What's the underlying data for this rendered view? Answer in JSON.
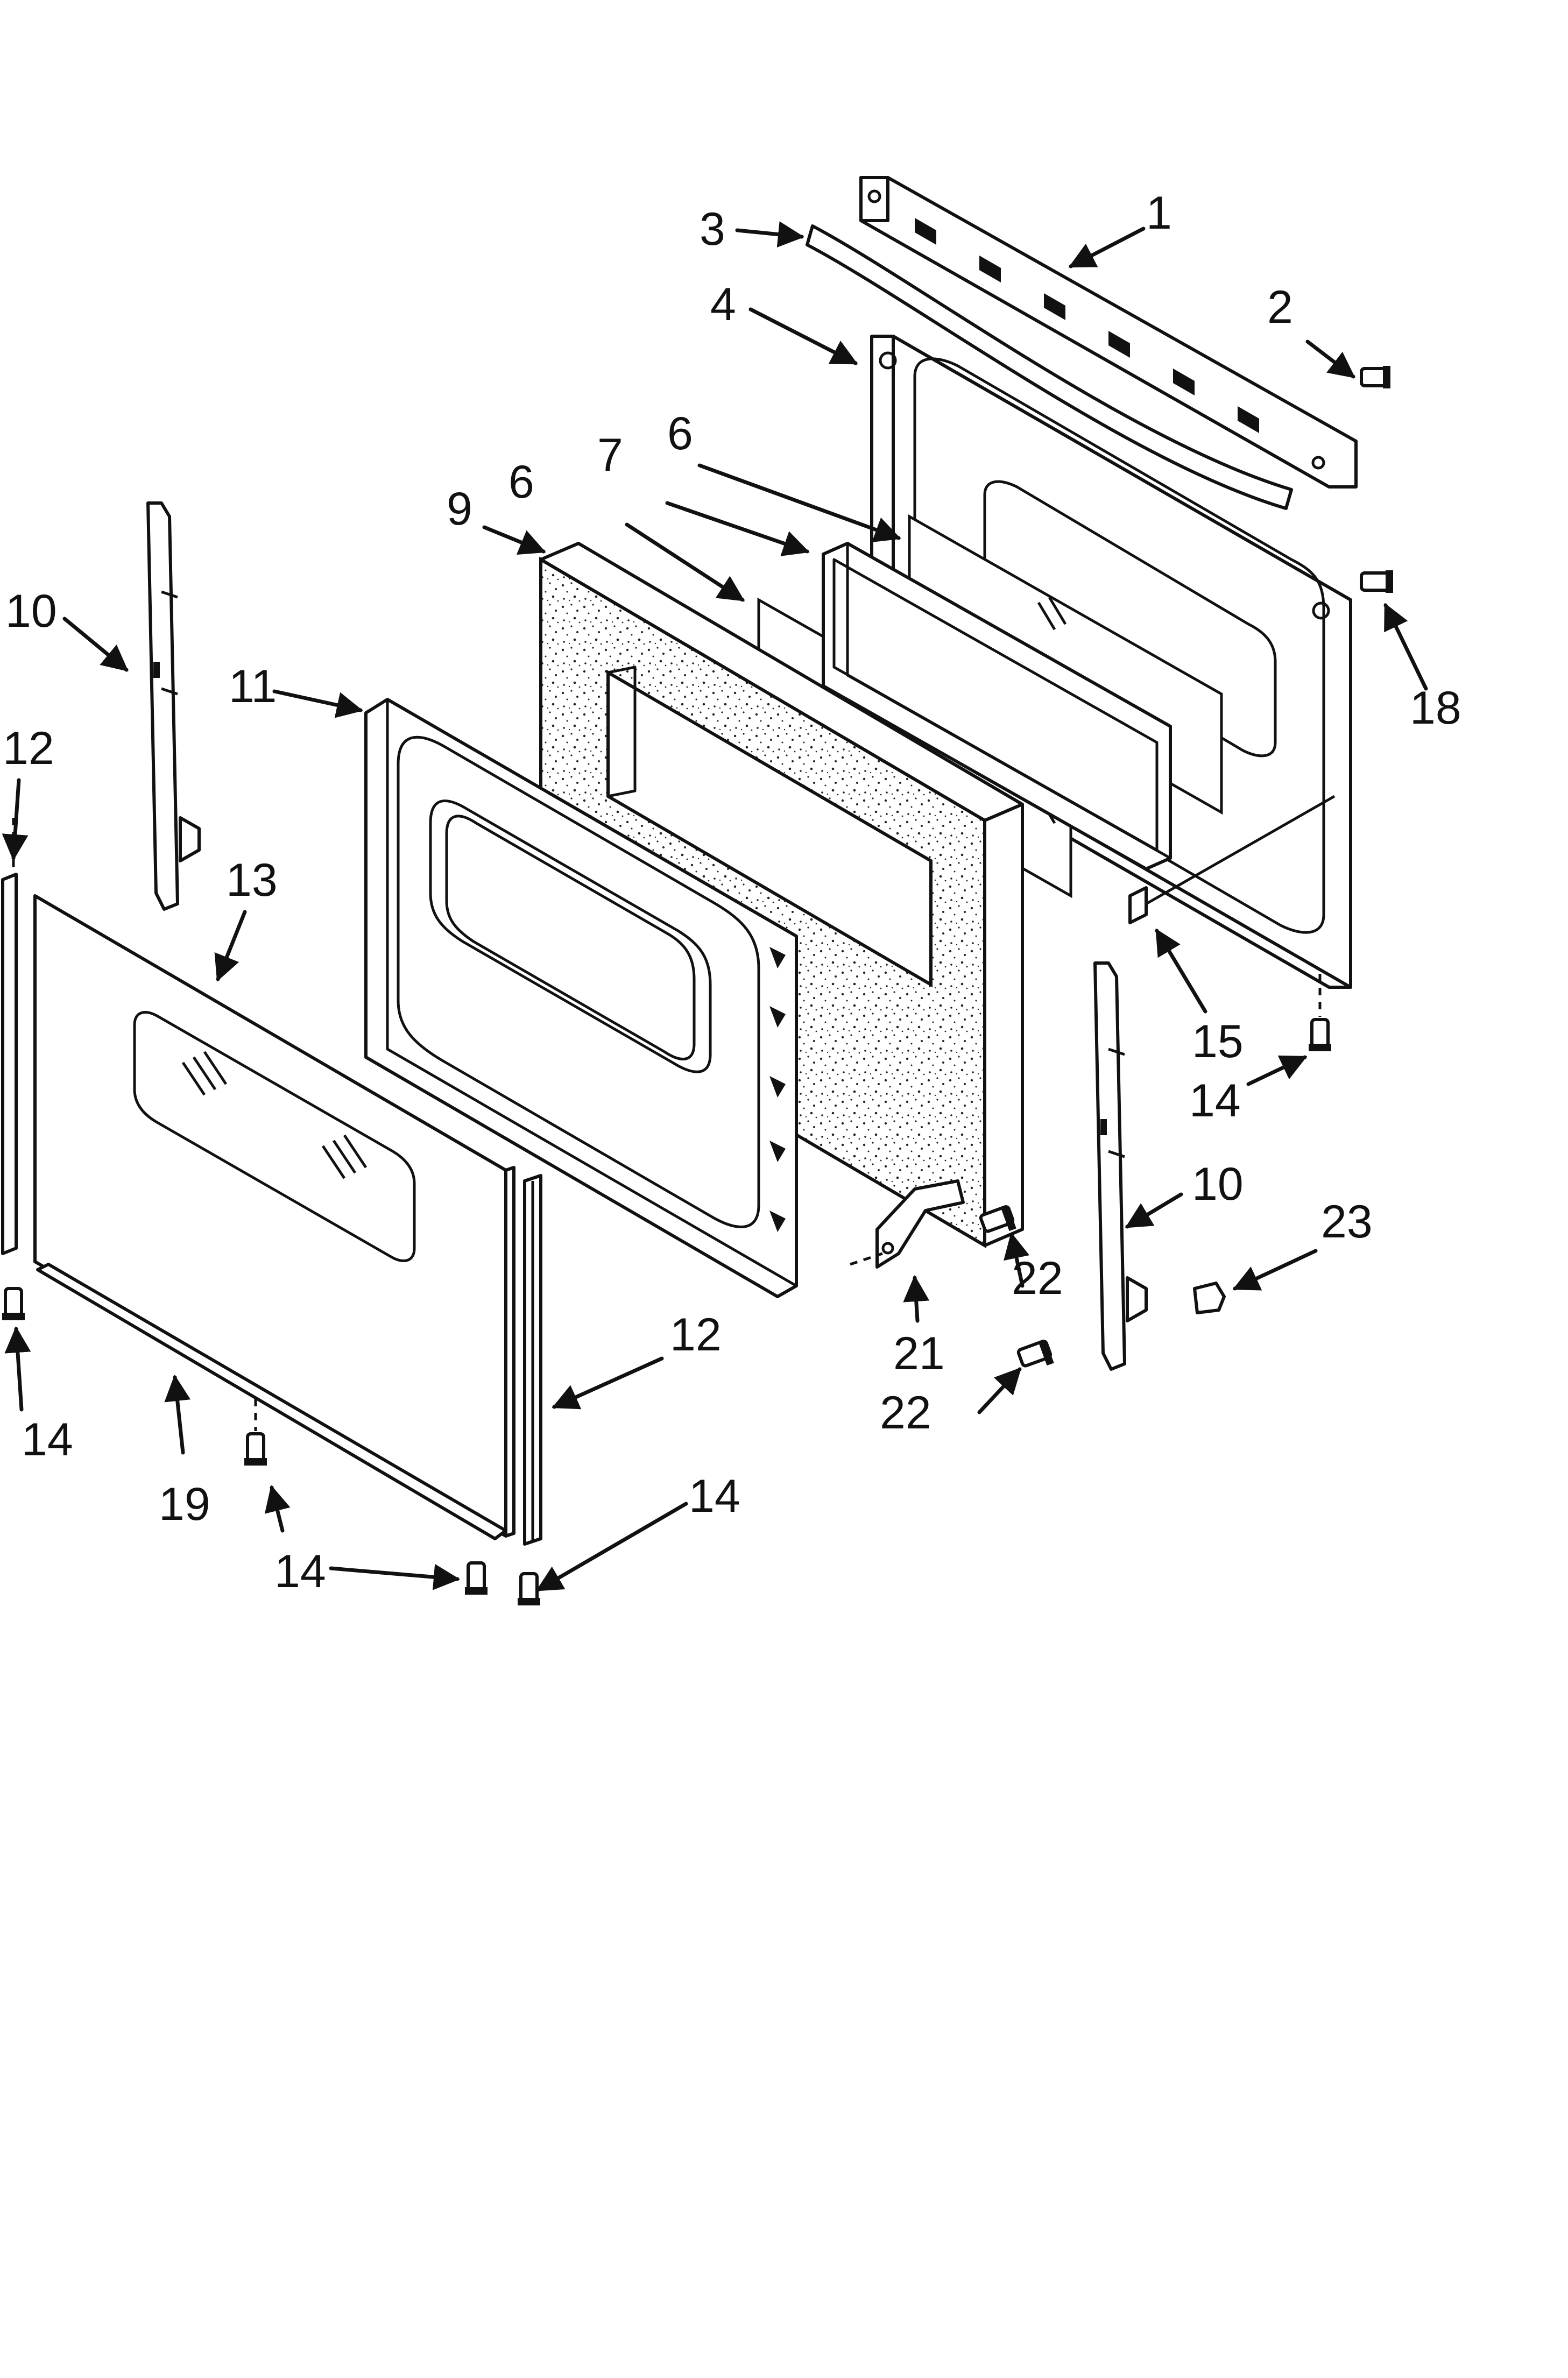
{
  "callouts": {
    "c1": "1",
    "c2": "2",
    "c3": "3",
    "c4": "4",
    "c6a": "6",
    "c6b": "6",
    "c7": "7",
    "c9": "9",
    "c10a": "10",
    "c10b": "10",
    "c11": "11",
    "c12a": "12",
    "c12b": "12",
    "c13": "13",
    "c14a": "14",
    "c14b": "14",
    "c14c": "14",
    "c14d": "14",
    "c15": "15",
    "c18": "18",
    "c19": "19",
    "c21": "21",
    "c22a": "22",
    "c22b": "22",
    "c23": "23"
  }
}
